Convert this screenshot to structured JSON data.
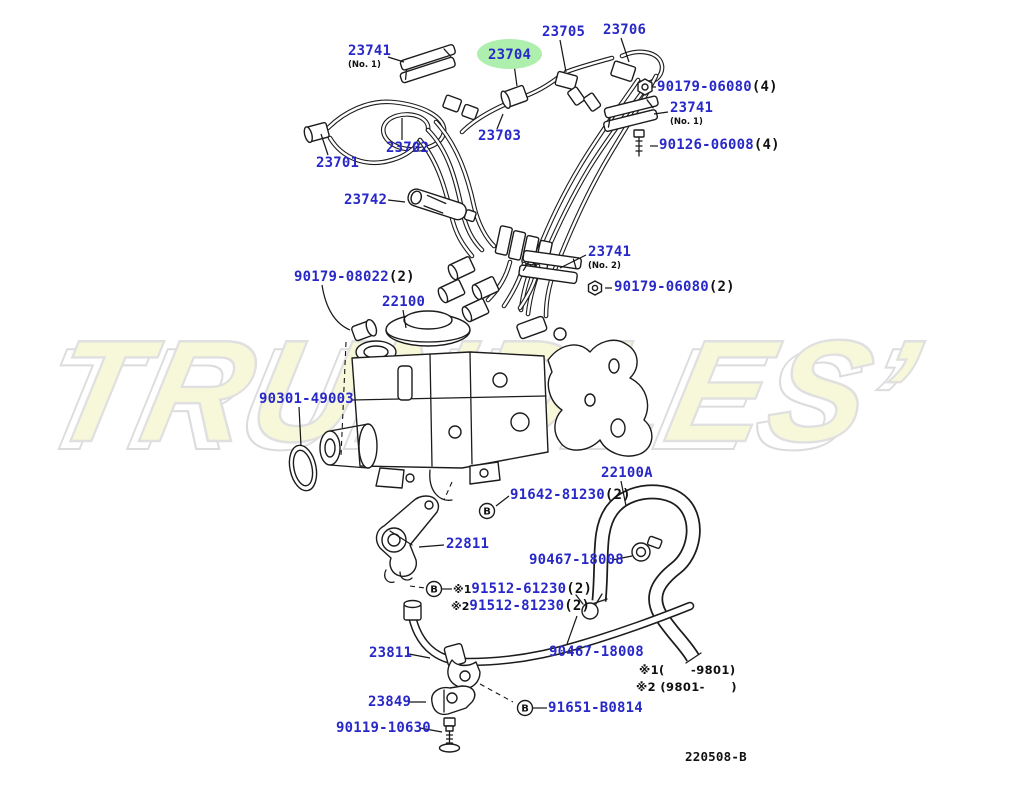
{
  "colors": {
    "label_blue": "#2828c8",
    "highlight_green": "#aeefae",
    "watermark_fill": "#f7f7d9",
    "watermark_stroke": "#e0e0e0",
    "line": "#1c1c1c"
  },
  "watermark": "TRUNDLES’",
  "doc_number": "220508-B",
  "markers": {
    "bolt": "B"
  },
  "notes": {
    "n1": "※1(      -9801)",
    "n2": "※2 (9801-      )"
  },
  "parts": {
    "p23741_top": {
      "num": "23741",
      "note": "(No. 1)"
    },
    "p23704": {
      "num": "23704"
    },
    "p23705": {
      "num": "23705"
    },
    "p23706": {
      "num": "23706"
    },
    "p90179_06080_4": {
      "num": "90179-06080",
      "qty": "(4)"
    },
    "p23741_right": {
      "num": "23741",
      "note": "(No. 1)"
    },
    "p90126_06008": {
      "num": "90126-06008",
      "qty": "(4)"
    },
    "p23703": {
      "num": "23703"
    },
    "p23702": {
      "num": "23702"
    },
    "p23701": {
      "num": "23701"
    },
    "p23742": {
      "num": "23742"
    },
    "p23741_mid": {
      "num": "23741",
      "note": "(No. 2)"
    },
    "p90179_06080_2": {
      "num": "90179-06080",
      "qty": "(2)"
    },
    "p90179_08022": {
      "num": "90179-08022",
      "qty": "(2)"
    },
    "p22100": {
      "num": "22100"
    },
    "p90301_49003": {
      "num": "90301-49003"
    },
    "p91642_81230": {
      "num": "91642-81230",
      "qty": "(2)"
    },
    "p22811": {
      "num": "22811"
    },
    "p22100A": {
      "num": "22100A"
    },
    "p90467_18008_a": {
      "num": "90467-18008"
    },
    "p91512_61230": {
      "prefix": "※1",
      "num": "91512-61230",
      "qty": "(2)"
    },
    "p91512_81230": {
      "prefix": "※2",
      "num": "91512-81230",
      "qty": "(2)"
    },
    "p23811": {
      "num": "23811"
    },
    "p90467_18008_b": {
      "num": "90467-18008"
    },
    "p23849": {
      "num": "23849"
    },
    "p91651_B0814": {
      "num": "91651-B0814"
    },
    "p90119_10630": {
      "num": "90119-10630"
    }
  }
}
